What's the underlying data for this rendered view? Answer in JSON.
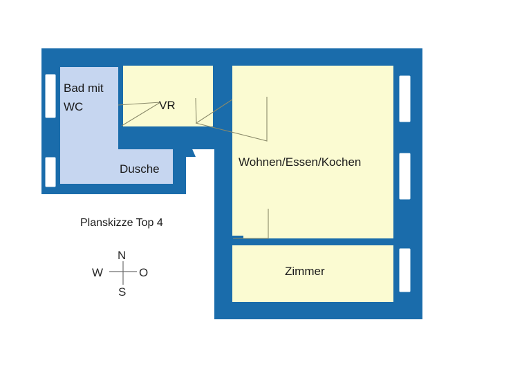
{
  "plan": {
    "caption": "Planskizze Top 4",
    "colors": {
      "wall": "#1a6cab",
      "wall_edge": "#145d95",
      "room_fill": "#fbfbd2",
      "wet_room_fill": "#c6d6f0",
      "window_fill": "#ffffff",
      "swing_line": "#8a8a6a",
      "text": "#1a1a1a",
      "background": "#ffffff"
    },
    "rooms": [
      {
        "id": "bad-mit-wc",
        "label_line1": "Bad mit",
        "label_line2": "WC",
        "label": "Bad mit WC",
        "fill": "wet"
      },
      {
        "id": "vr",
        "label": "VR",
        "fill": "dry"
      },
      {
        "id": "dusche",
        "label": "Dusche",
        "fill": "wet"
      },
      {
        "id": "wohnen-essen-kochen",
        "label": "Wohnen/Essen/Kochen",
        "fill": "dry"
      },
      {
        "id": "zimmer",
        "label": "Zimmer",
        "fill": "dry"
      }
    ],
    "windows_count": 5,
    "entrance_marker": "entrance-arrow"
  },
  "compass": {
    "north": "N",
    "south": "S",
    "west": "W",
    "east": "O"
  }
}
